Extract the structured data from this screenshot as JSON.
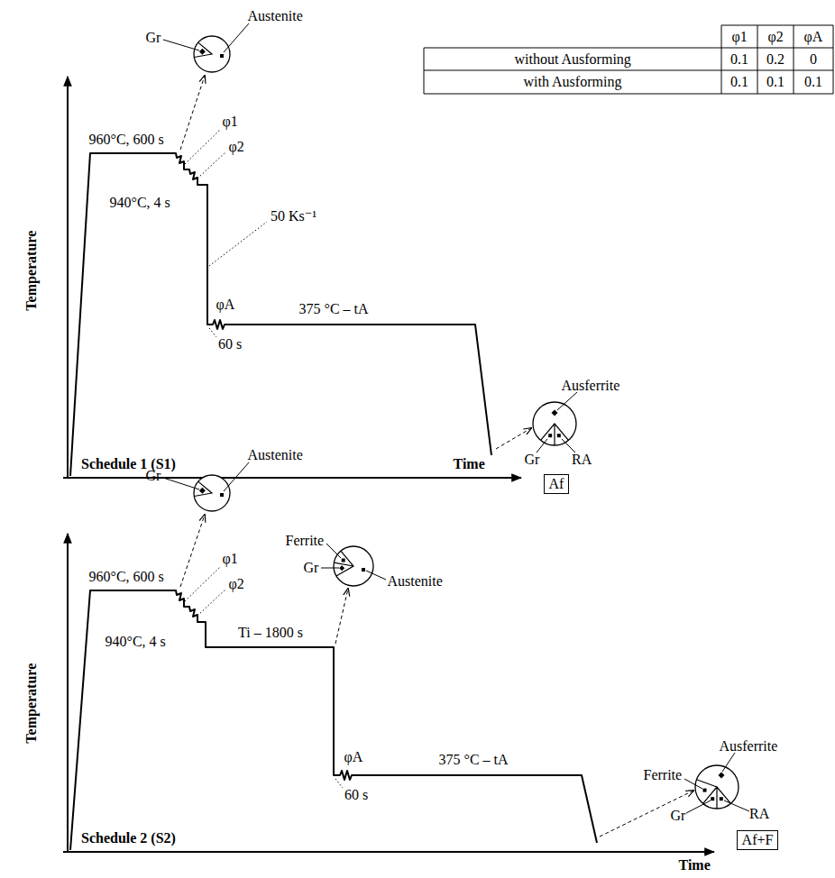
{
  "diagram": {
    "nodes": [
      {
        "text": [
          "Af"
        ]
      },
      {
        "text": [
          "Af+F"
        ]
      }
    ],
    "labels": [
      "Gr",
      "Austenite",
      "φ1",
      "φ2",
      "φA",
      "without Ausforming",
      "0.1",
      "0.2",
      "0",
      "with Ausforming",
      "0.1",
      "0.1",
      "0.1",
      "960°C, 600 s",
      "φ1",
      "φ2",
      "940°C, 4 s",
      "50 Ks⁻¹",
      "60 s",
      "φA",
      "375 °C – tA",
      "Ausferrite",
      "Gr",
      "RA",
      "Temperature",
      "Schedule 1 (S1)",
      "Time",
      "Gr",
      "Austenite",
      "960°C, 600 s",
      "φ1",
      "φ2",
      "940°C, 4 s",
      "Ti – 1800 s",
      "Ferrite",
      "Gr",
      "Austenite",
      "φA",
      "375 °C – tA",
      "60 s",
      "Ausferrite",
      "Ferrite",
      "Gr",
      "RA",
      "Temperature",
      "Schedule 2 (S2)",
      "Time"
    ]
  }
}
